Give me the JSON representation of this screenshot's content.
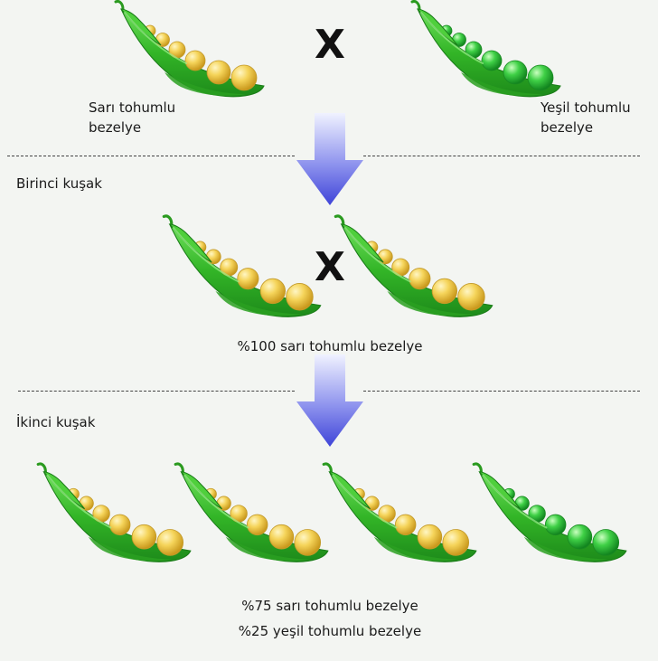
{
  "parents": {
    "left_label_line1": "Sarı tohumlu",
    "left_label_line2": "bezelye",
    "right_label_line1": "Yeşil tohumlu",
    "right_label_line2": "bezelye",
    "cross_symbol": "X"
  },
  "first_generation": {
    "label": "Birinci kuşak",
    "cross_symbol": "X",
    "result": "%100 sarı tohumlu bezelye"
  },
  "second_generation": {
    "label": "İkinci kuşak",
    "result_line1": "%75 sarı tohumlu bezelye",
    "result_line2": "%25 yeşil tohumlu bezelye"
  },
  "colors": {
    "pod_green": "#35b52a",
    "yellow_seed": "#f2cc4a",
    "green_seed": "#2fbf3a",
    "arrow_blue": "#5a5fe0"
  },
  "pods": {
    "parent_left": "yellow",
    "parent_right": "green",
    "f1": [
      "yellow",
      "yellow"
    ],
    "f2": [
      "yellow",
      "yellow",
      "yellow",
      "green"
    ]
  }
}
